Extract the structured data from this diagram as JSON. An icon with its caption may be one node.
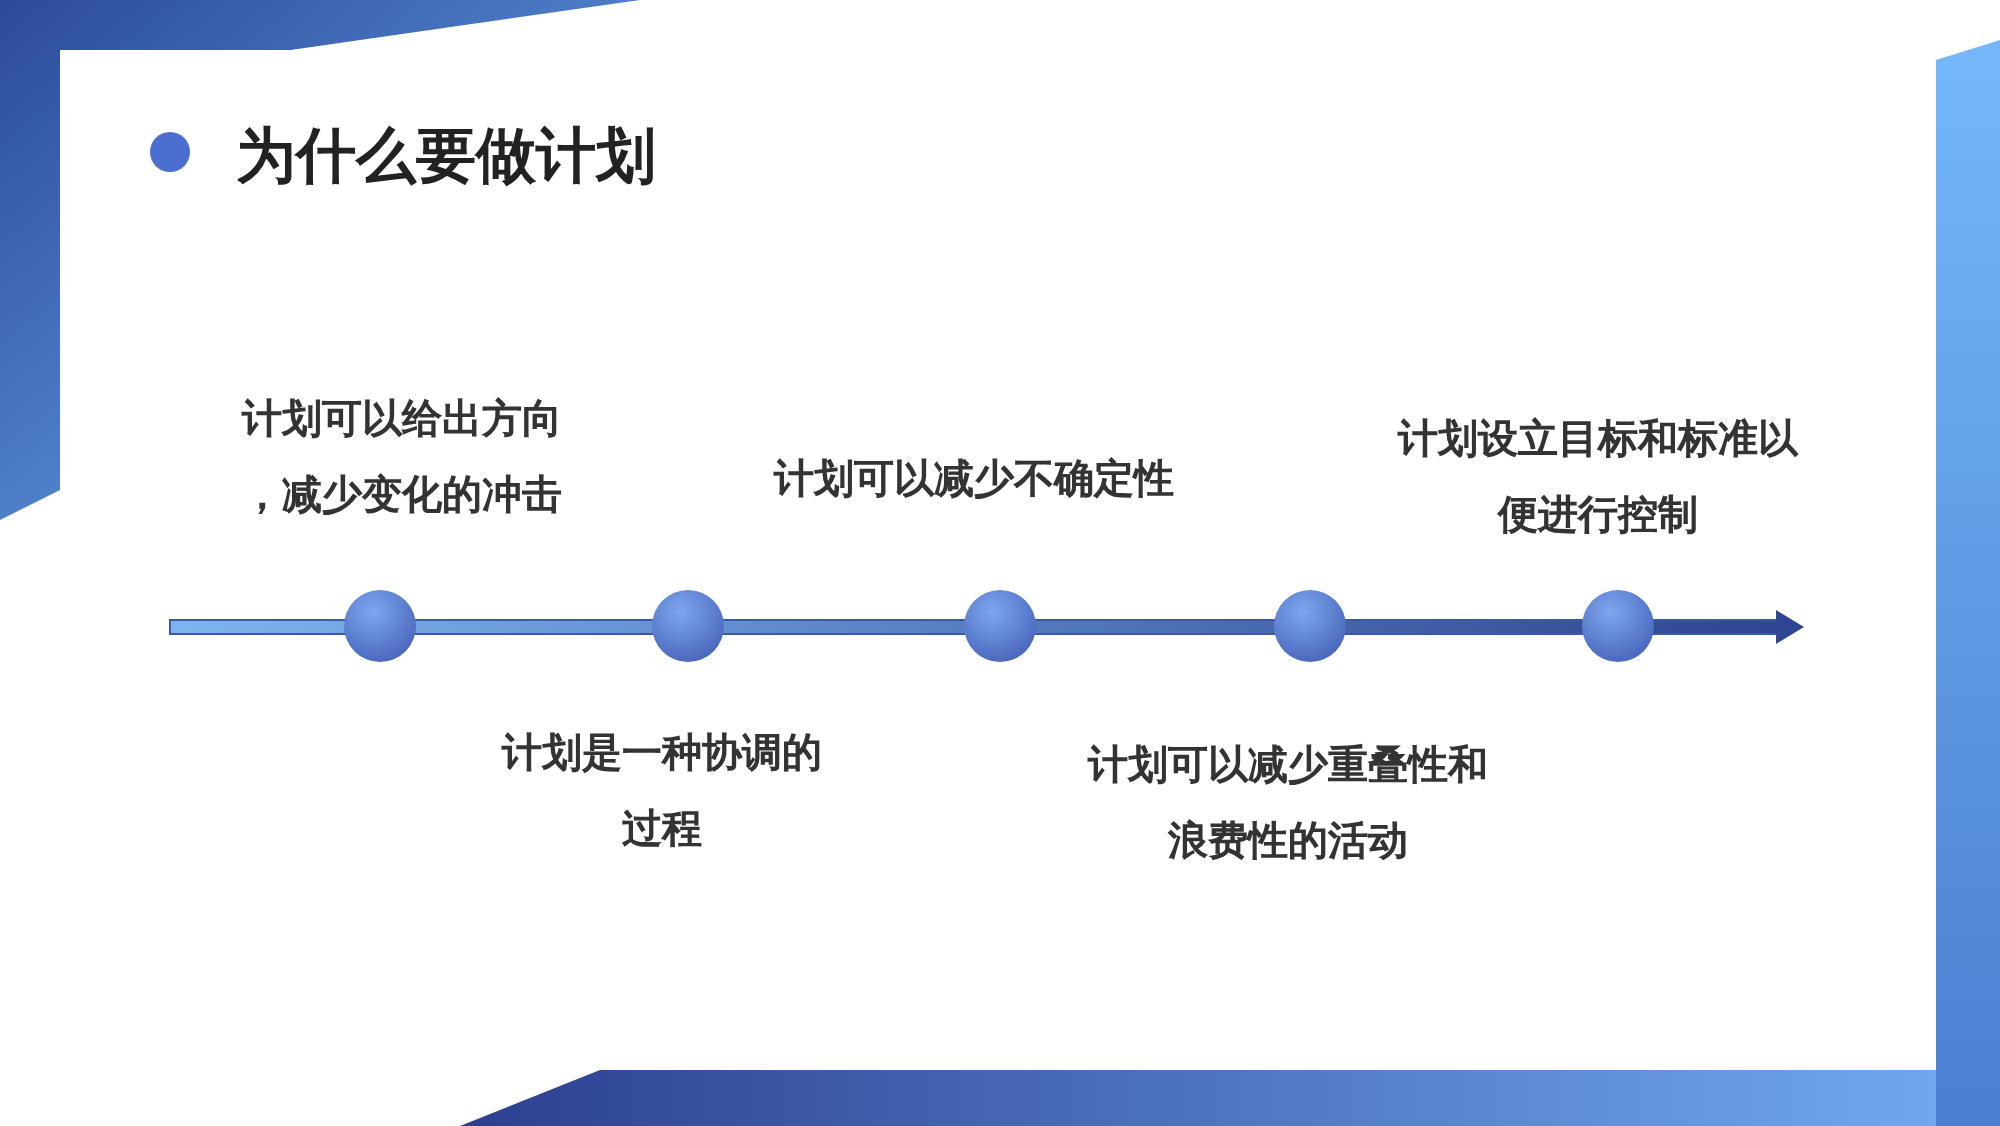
{
  "diagram": {
    "title": "为什么要做计划",
    "nodes": [
      {
        "text": [],
        "shape": "circle",
        "beside": [
          "计划可以给出方向，减少变化的冲击"
        ]
      },
      {
        "text": [],
        "shape": "circle",
        "beside": [
          "计划是一种协调的过程"
        ]
      },
      {
        "text": [],
        "shape": "circle",
        "beside": [
          "计划可以减少不确定性"
        ]
      },
      {
        "text": [],
        "shape": "circle",
        "beside": [
          "计划可以减少重叠性和浪费性的活动"
        ]
      },
      {
        "text": [],
        "shape": "circle",
        "beside": [
          "计划设立目标和标准以便进行控制"
        ]
      }
    ],
    "edges": []
  }
}
